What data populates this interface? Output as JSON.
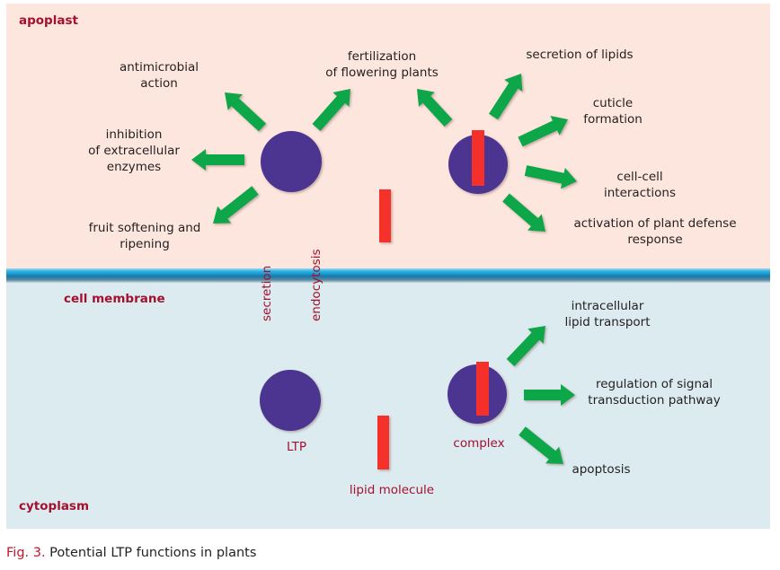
{
  "regions": {
    "apoplast": "apoplast",
    "cell_membrane": "cell membrane",
    "cytoplasm": "cytoplasm"
  },
  "transport": {
    "secretion": "secretion",
    "endocytosis": "endocytosis"
  },
  "entities": {
    "ltp": "LTP",
    "complex": "complex",
    "lipid_molecule": "lipid molecule"
  },
  "apoplast_functions": {
    "antimicrobial": [
      "antimicrobial",
      "action"
    ],
    "inhibition": [
      "inhibition",
      "of extracellular",
      "enzymes"
    ],
    "fruit": [
      "fruit softening and",
      "ripening"
    ],
    "fertilization": [
      "fertilization",
      "of flowering plants"
    ],
    "secretion_lipids": [
      "secretion of lipids"
    ],
    "cuticle": [
      "cuticle",
      "formation"
    ],
    "cellcell": [
      "cell-cell",
      "interactions"
    ],
    "defense": [
      "activation of plant defense",
      "response"
    ]
  },
  "cytoplasm_functions": {
    "transport": [
      "intracellular",
      "lipid transport"
    ],
    "signal": [
      "regulation of signal",
      "transduction pathway"
    ],
    "apoptosis": [
      "apoptosis"
    ]
  },
  "caption": {
    "number": "Fig. 3.",
    "text": " Potential LTP functions in plants"
  },
  "colors": {
    "apoplast_bg": "#fde6dd",
    "cytoplasm_bg": "#dcebf0",
    "membrane": "#1e9fd4",
    "protein": "#4b3590",
    "lipid": "#f5302a",
    "function_arrow": "#11a64a",
    "label_red": "#a3112e",
    "equilibrium_arrow": "#231f20"
  }
}
